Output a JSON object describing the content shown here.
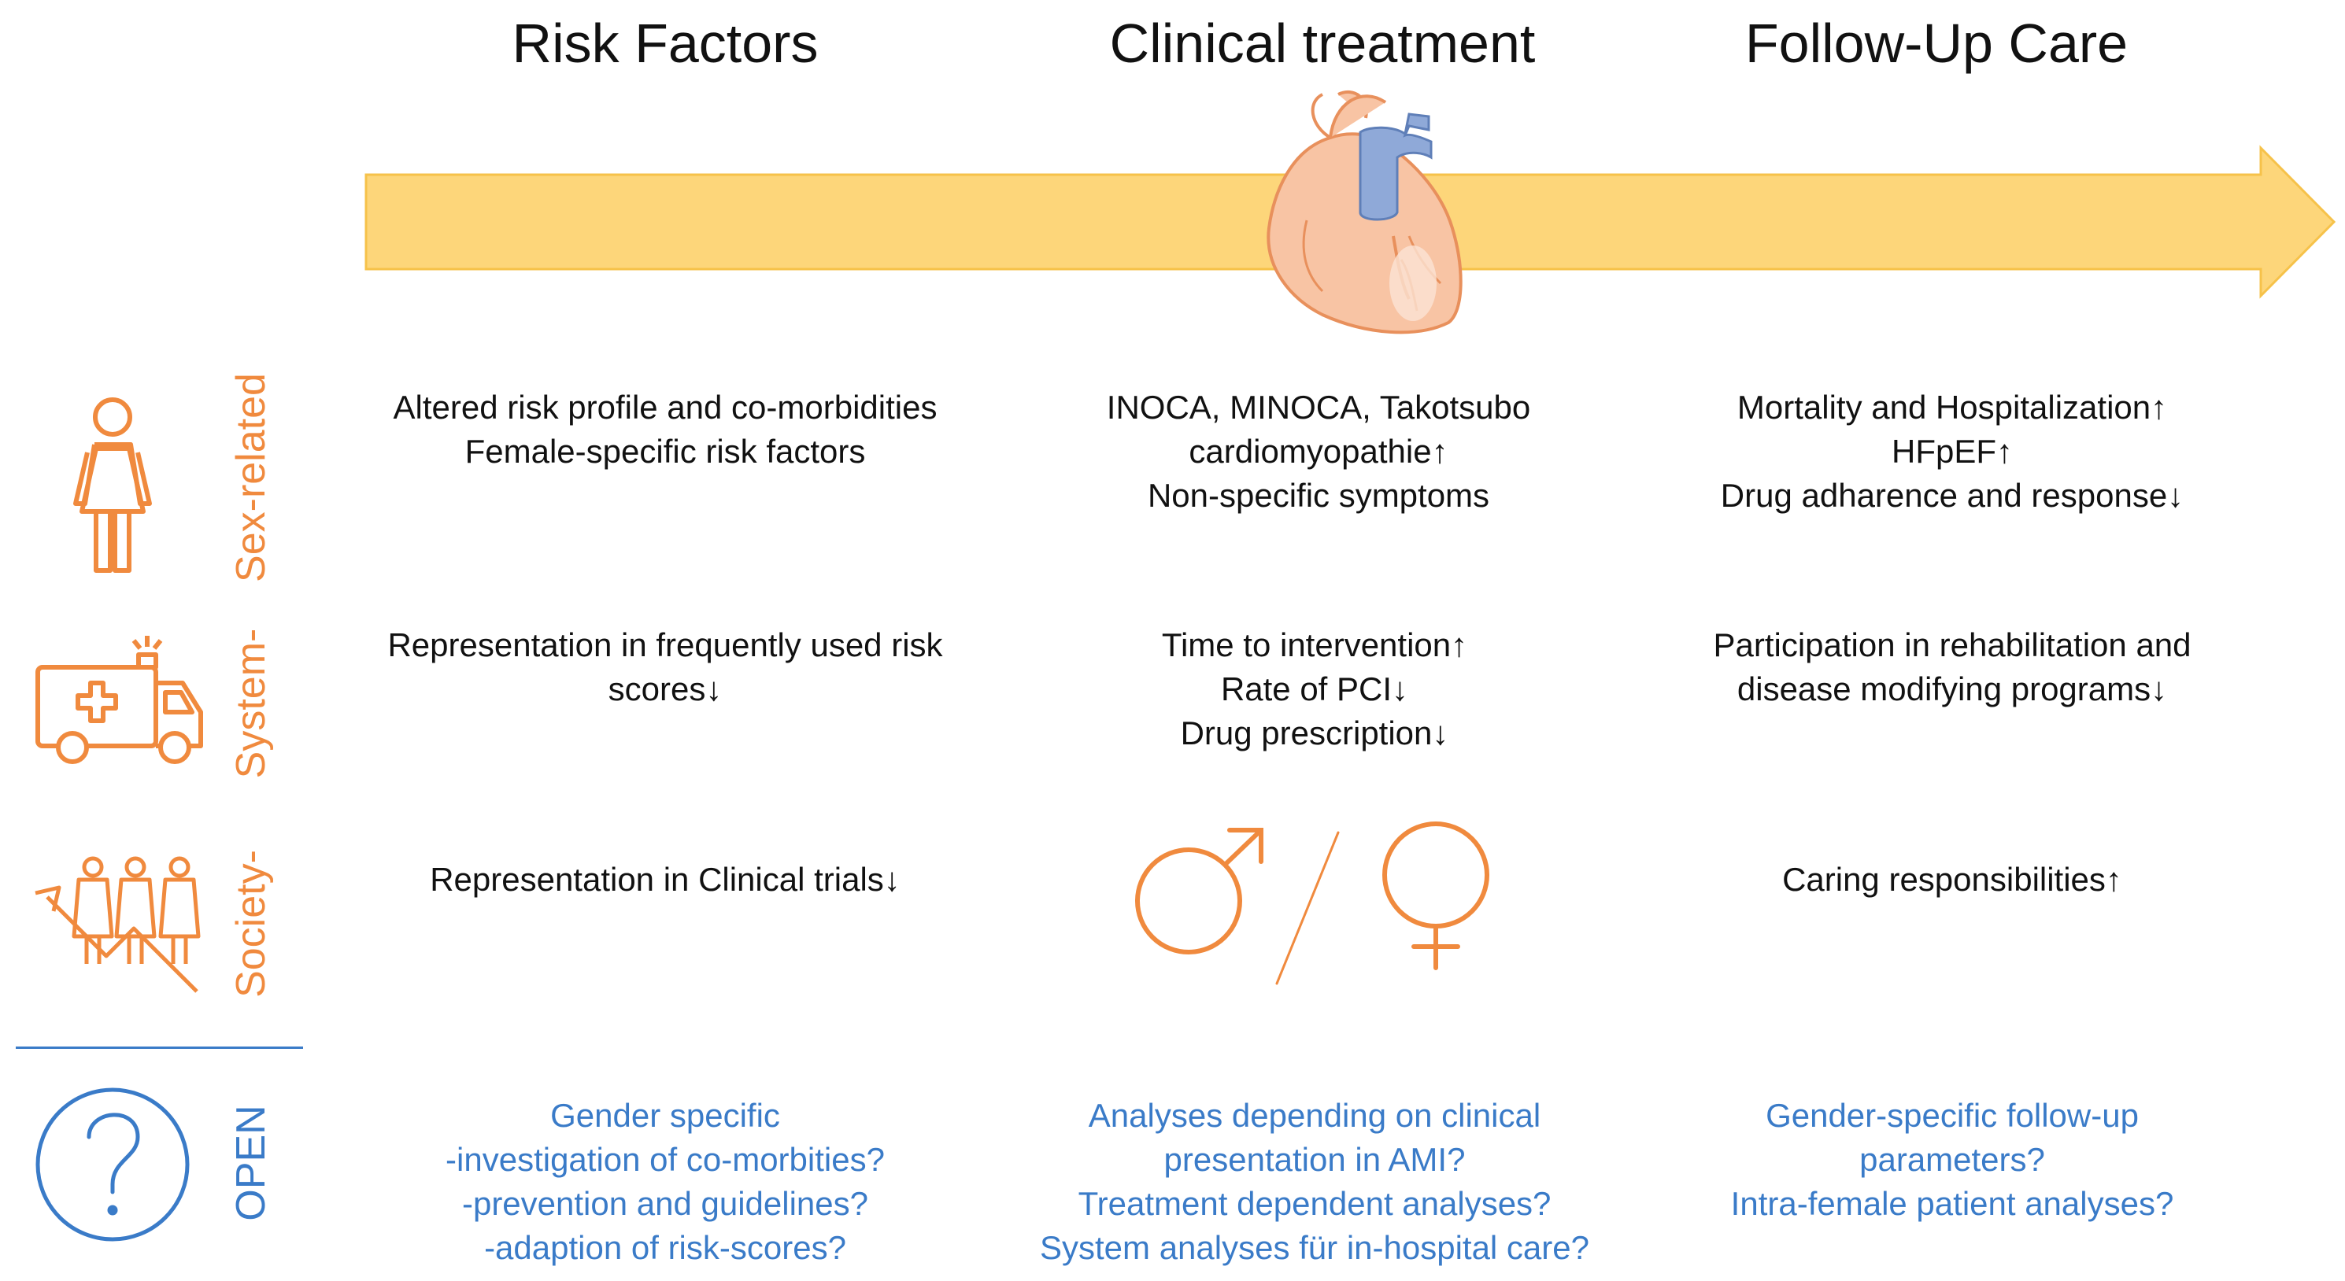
{
  "columns": [
    {
      "title": "Risk Factors"
    },
    {
      "title": "Clinical treatment"
    },
    {
      "title": "Follow-Up Care"
    }
  ],
  "rows": [
    {
      "label": "Sex-related",
      "icon": "woman-icon",
      "cells": [
        [
          "Altered risk profile and co-morbidities",
          "Female-specific risk factors"
        ],
        [
          "INOCA, MINOCA, Takotsubo",
          "cardiomyopathie↑",
          "Non-specific symptoms"
        ],
        [
          "Mortality and Hospitalization↑",
          "HFpEF↑",
          "Drug adharence and response↓"
        ]
      ]
    },
    {
      "label": "System-",
      "icon": "ambulance-icon",
      "cells": [
        [
          "Representation in frequently used risk",
          "scores↓"
        ],
        [
          "Time to intervention↑",
          "Rate of PCI↓",
          "Drug prescription↓"
        ],
        [
          "Participation in rehabilitation and",
          "disease modifying programs↓"
        ]
      ]
    },
    {
      "label": "Society-",
      "icon": "people-trend-icon",
      "cells": [
        [
          "Representation in Clinical trials↓"
        ],
        [],
        [
          "Caring responsibilities↑"
        ]
      ]
    },
    {
      "label": "OPEN",
      "icon": "question-circle-icon",
      "cells": [
        [
          "Gender specific",
          "-investigation of co-morbities?",
          "-prevention and guidelines?",
          "-adaption of risk-scores?"
        ],
        [
          "Analyses depending on clinical",
          "presentation in AMI?",
          "Treatment dependent analyses?",
          "System analyses für in-hospital care?"
        ],
        [
          "Gender-specific follow-up",
          "parameters?",
          "Intra-female patient analyses?"
        ]
      ]
    }
  ],
  "colors": {
    "arrow": "#fdd67a",
    "arrow_edge": "#f6c24a",
    "orange": "#f08a3e",
    "blue": "#3a7bc8",
    "heart": "#f8c4a4",
    "heart_edge": "#e8905c",
    "aorta": "#8fa9d8"
  }
}
